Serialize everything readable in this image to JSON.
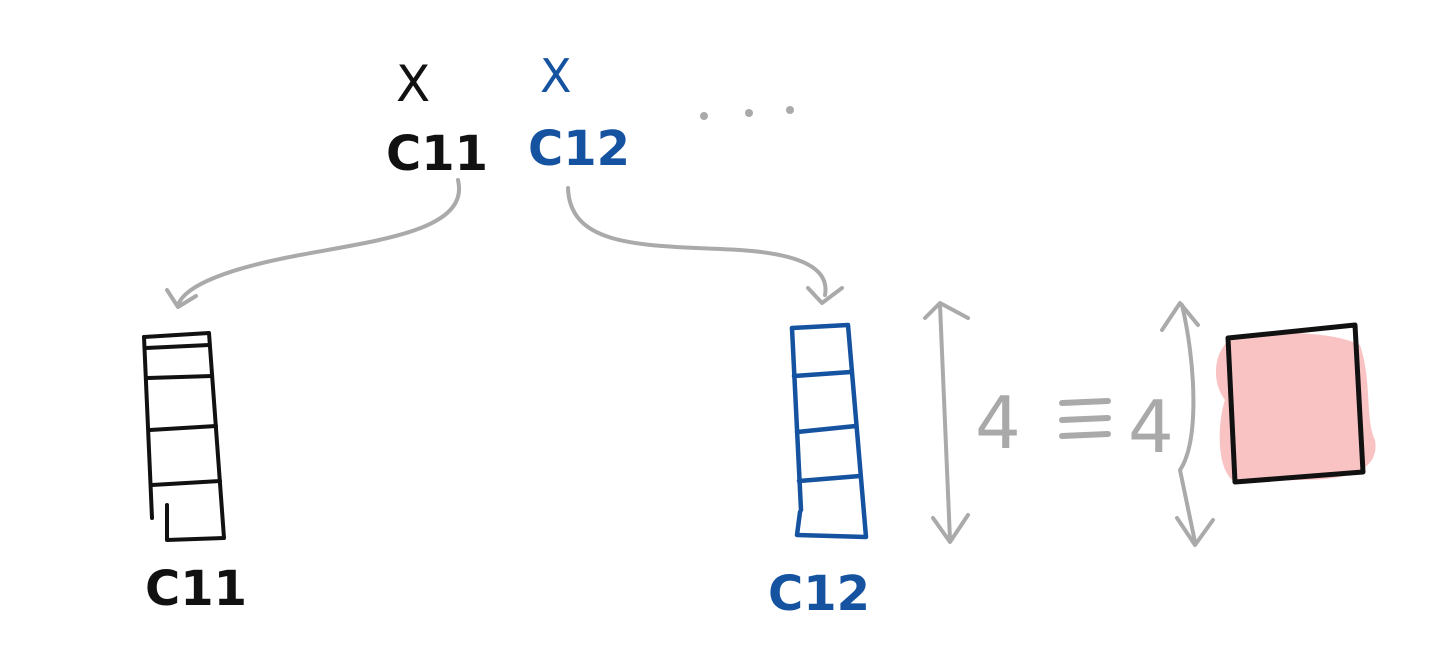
{
  "top": {
    "op_left": "X",
    "op_right": "X",
    "label_left": "C11",
    "label_right": "C12",
    "ellipsis": "..."
  },
  "vectors": [
    {
      "label": "C11",
      "cells": 4,
      "color": "#111111"
    },
    {
      "label": "C12",
      "cells": 4,
      "color": "#1553a0"
    }
  ],
  "dimension": {
    "left_value": "4",
    "equals": "=",
    "right_value": "4"
  },
  "colors": {
    "black": "#111111",
    "blue": "#1553a0",
    "gray": "#aaaaaa",
    "pink_fill": "#f9c3c3"
  }
}
